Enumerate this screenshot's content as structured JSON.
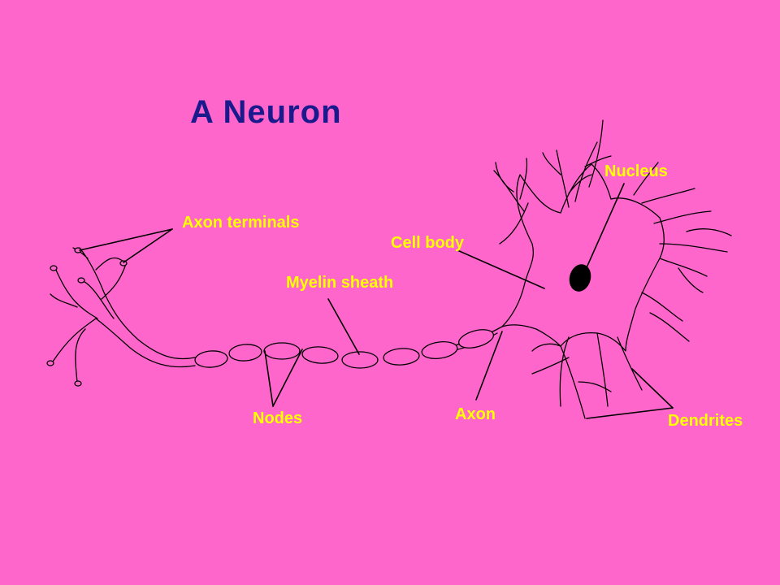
{
  "title": "A Neuron",
  "colors": {
    "background": "#ff66cc",
    "title": "#1a1a8c",
    "label": "#ffff00",
    "outline": "#000000",
    "cell_fill": "#ff66cc",
    "nucleus": "#000000"
  },
  "labels": {
    "nucleus": "Nucleus",
    "axon_terminals": "Axon terminals",
    "cell_body": "Cell body",
    "myelin_sheath": "Myelin sheath",
    "nodes": "Nodes",
    "axon": "Axon",
    "dendrites": "Dendrites"
  }
}
